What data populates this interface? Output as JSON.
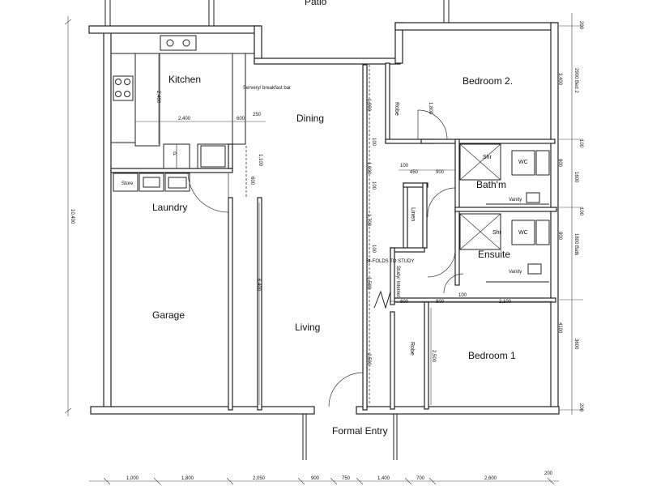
{
  "rooms": {
    "patio": "Patio",
    "kitchen": "Kitchen",
    "servery": "Servery/ breakfast bar",
    "dining": "Dining",
    "bedroom2": "Bedroom 2.",
    "robe_top": "Robe",
    "shr_top": "Shr",
    "wc_top": "WC",
    "bathroom": "Bath'm",
    "vanity_top": "Vanity",
    "linen": "Linen",
    "shr_ens": "Shr",
    "wc_ens": "WC",
    "ensuite": "Ensuite",
    "vanity_ens": "Vanity",
    "bifolds": "BI-FOLDS TO STUDY",
    "study": "Study/ Internet",
    "laundry": "Laundry",
    "store": "Store",
    "pantry": "P.",
    "garage": "Garage",
    "living": "Living",
    "robe_bottom": "Robe",
    "bedroom1": "Bedroom 1",
    "formal_entry": "Formal Entry"
  },
  "dimensions": {
    "kitchen_depth": "2,400",
    "kitchen_width": "2,400",
    "d600": "600",
    "d250": "250",
    "robe_top_w": "1,900",
    "robe_top_h": "1,800",
    "d100_a": "100",
    "d100_b": "100",
    "d1000": "1,000",
    "d1700": "1,700",
    "d100_c": "100",
    "d1500": "1,500",
    "d450": "450",
    "d900_bath": "900",
    "d100_bath": "100",
    "d600_study": "600",
    "d900_study": "900",
    "d100_study": "100",
    "d2100": "2,100",
    "d2500_living": "2,500",
    "d2500_robe": "2,500",
    "d6400": "6,400",
    "d10400": "10,400",
    "d1100_dining": "1,100",
    "d600_dining": "600",
    "right_200_top": "200",
    "right_3400": "3,400",
    "right_2900_bed2": "2900 Bed 2",
    "right_100_a": "100",
    "right_800_a": "800",
    "right_1600": "1600",
    "right_100_b": "100",
    "right_800_b": "800",
    "right_1800_bath": "1800 Bath",
    "right_4100": "4100",
    "right_3600": "3600",
    "right_200_bottom": "200",
    "bottom": [
      "1,000",
      "1,800",
      "2,050",
      "900",
      "750",
      "1,400",
      "700",
      "2,600",
      "200"
    ]
  }
}
